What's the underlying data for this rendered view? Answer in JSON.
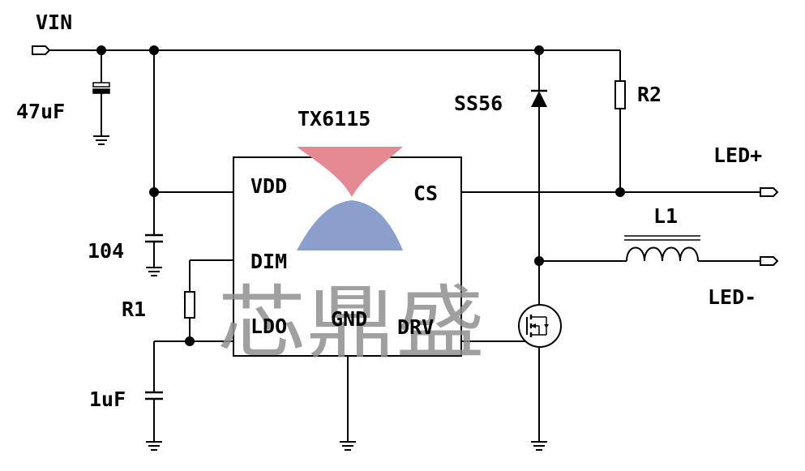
{
  "labels": {
    "vin": "VIN",
    "cap_47uf": "47uF",
    "chip_name": "TX6115",
    "diode": "SS56",
    "r2": "R2",
    "led_plus": "LED+",
    "vdd": "VDD",
    "cs": "CS",
    "l1": "L1",
    "cap_104": "104",
    "dim": "DIM",
    "r1": "R1",
    "ldo": "LDO",
    "gnd": "GND",
    "drv": "DRV",
    "led_minus": "LED-",
    "cap_1uf": "1uF"
  },
  "watermark": {
    "text": "芯鼎盛",
    "logo_top_color": "#e58a92",
    "logo_bottom_color": "#8a9fcc",
    "text_color": "#909090"
  }
}
